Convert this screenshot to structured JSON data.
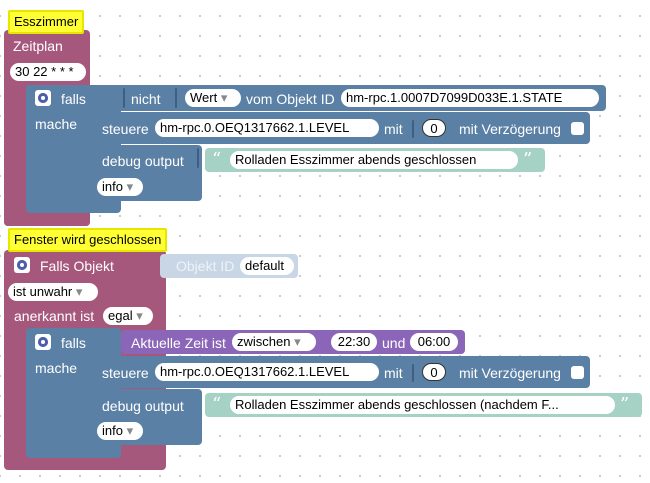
{
  "block1": {
    "comment": "Esszimmer",
    "trigger_label": "Zeitplan",
    "cron": "30 22 * * *",
    "if_label": "falls",
    "do_label": "mache",
    "not_label": "nicht",
    "value_dropdown": "Wert",
    "from_object_label": "vom Objekt ID",
    "object_id": "hm-rpc.1.0007D7099D033E.1.STATE",
    "control_label": "steuere",
    "control_target": "hm-rpc.0.OEQ1317662.1.LEVEL",
    "with_label": "mit",
    "with_value": "0",
    "delay_label": "mit Verzögerung",
    "debug_label": "debug output",
    "debug_text": "Rolladen Esszimmer abends geschlossen",
    "log_level": "info"
  },
  "block2": {
    "comment": "Fenster wird geschlossen",
    "trigger_label": "Falls Objekt",
    "object_id_label": "Objekt ID",
    "object_id_value": "default",
    "condition": "ist unwahr",
    "ack_label": "anerkannt ist",
    "ack_value": "egal",
    "if_label": "falls",
    "do_label": "mache",
    "time_label": "Aktuelle Zeit ist",
    "time_op": "zwischen",
    "time_from": "22:30",
    "and_label": "und",
    "time_to": "06:00",
    "control_label": "steuere",
    "control_target": "hm-rpc.0.OEQ1317662.1.LEVEL",
    "with_label": "mit",
    "with_value": "0",
    "delay_label": "mit Verzögerung",
    "debug_label": "debug output",
    "debug_text": "Rolladen Esszimmer abends geschlossen (nachdem F...",
    "log_level": "info"
  },
  "icons": {
    "dropdown": "▾",
    "quote_open": "“",
    "quote_close": "”",
    "gear": "gear-icon"
  },
  "colors": {
    "trigger": "#a5587c",
    "logic": "#5b80a5",
    "action": "#5b80a5",
    "text": "#a6d1c5",
    "time": "#8a65b8",
    "comment": "#ffff33"
  }
}
